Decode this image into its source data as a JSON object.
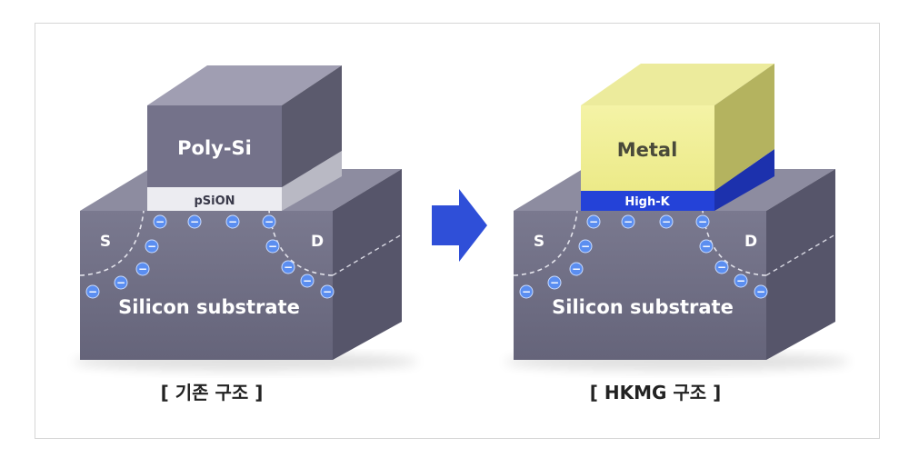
{
  "left": {
    "gate_label": "Poly-Si",
    "dielectric_label": "pSiON",
    "substrate_label": "Silicon substrate",
    "source_label": "S",
    "drain_label": "D",
    "caption": "[ 기존 구조 ]"
  },
  "right": {
    "gate_label": "Metal",
    "dielectric_label": "High-K",
    "substrate_label": "Silicon substrate",
    "source_label": "S",
    "drain_label": "D",
    "caption": "[ HKMG 구조 ]"
  },
  "electron_symbol": "−",
  "colors": {
    "substrate_front": "#6f6e84",
    "substrate_top": "#908fa3",
    "substrate_side": "#555468",
    "polysi_front": "#727084",
    "polysi_top": "#9d9bb0",
    "polysi_side": "#5a596c",
    "psion_front": "#ebebf0",
    "psion_side": "#b8b8c2",
    "metal_front": "#f0ef97",
    "metal_top": "#e8e79a",
    "metal_side": "#b2b160",
    "highk_front": "#2442d8",
    "highk_side": "#1a2fa8",
    "electron": "#5b8ef0",
    "arrow": "#2f4fd8"
  }
}
